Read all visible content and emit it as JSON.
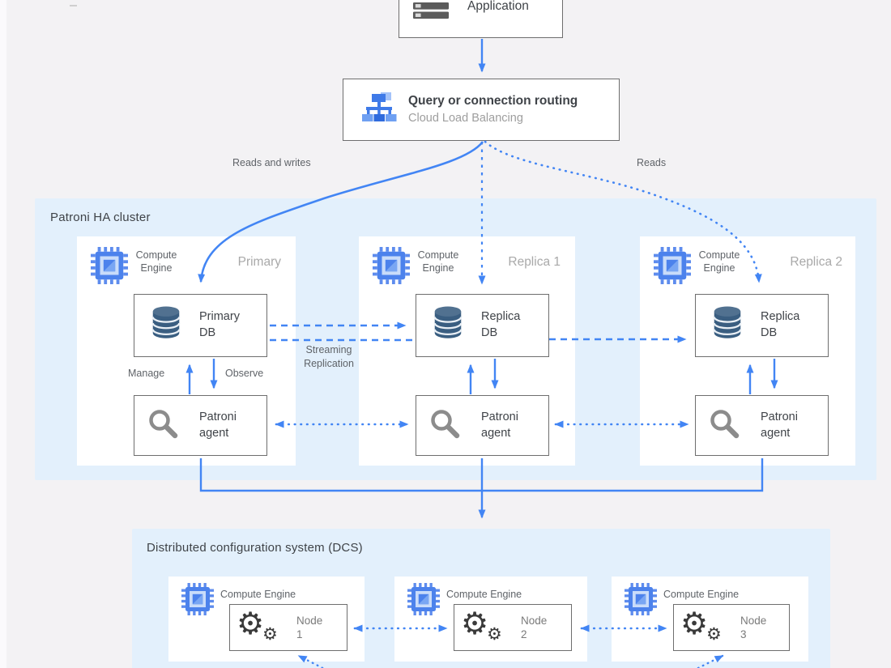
{
  "application": {
    "label": "Application"
  },
  "router": {
    "title": "Query or connection routing",
    "subtitle": "Cloud Load Balancing"
  },
  "edge_labels": {
    "reads_and_writes": "Reads and writes",
    "reads": "Reads",
    "manage": "Manage",
    "observe": "Observe",
    "streaming_line1": "Streaming",
    "streaming_line2": "Replication"
  },
  "cluster": {
    "title": "Patroni HA cluster",
    "compute_engine_line1": "Compute",
    "compute_engine_line2": "Engine",
    "cards": [
      {
        "role": "Primary",
        "db_line1": "Primary",
        "db_line2": "DB",
        "agent_line1": "Patroni",
        "agent_line2": "agent"
      },
      {
        "role": "Replica 1",
        "db_line1": "Replica",
        "db_line2": "DB",
        "agent_line1": "Patroni",
        "agent_line2": "agent"
      },
      {
        "role": "Replica 2",
        "db_line1": "Replica",
        "db_line2": "DB",
        "agent_line1": "Patroni",
        "agent_line2": "agent"
      }
    ]
  },
  "dcs": {
    "title": "Distributed configuration system (DCS)",
    "compute_engine_label": "Compute Engine",
    "nodes": [
      {
        "line1": "Node",
        "line2": "1"
      },
      {
        "line1": "Node",
        "line2": "2"
      },
      {
        "line1": "Node",
        "line2": "3"
      }
    ]
  },
  "icons": {
    "application": "app-window-icon",
    "router": "load-balancer-icon",
    "compute": "compute-engine-chip-icon",
    "database": "database-icon",
    "agent": "magnifier-icon",
    "node": "gears-icon",
    "gear_glyph": "⚙"
  },
  "colors": {
    "accent_blue": "#4285F4",
    "panel_blue": "#E3F0FC",
    "db_icon_blue": "#3A5E81",
    "border_gray": "#6E6E6E",
    "text_dark": "#3F4348",
    "text_gray": "#A9A9A9",
    "background": "#F3F2F4"
  }
}
